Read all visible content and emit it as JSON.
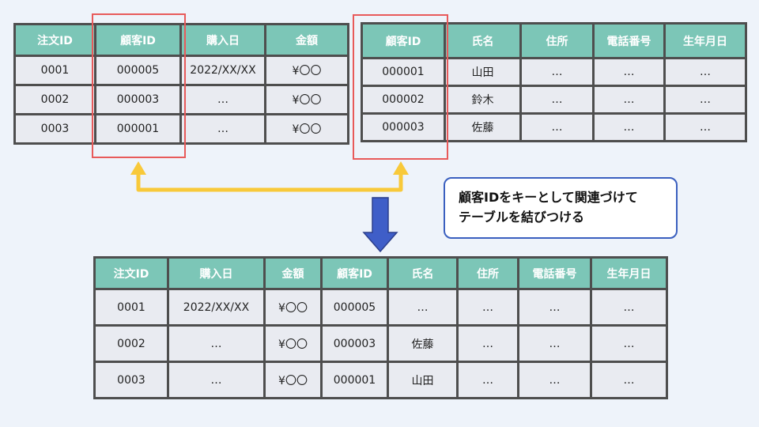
{
  "orders_table": {
    "headers": [
      "注文ID",
      "顧客ID",
      "購入日",
      "金額"
    ],
    "rows": [
      [
        "0001",
        "000005",
        "2022/XX/XX",
        "¥〇〇"
      ],
      [
        "0002",
        "000003",
        "…",
        "¥〇〇"
      ],
      [
        "0003",
        "000001",
        "…",
        "¥〇〇"
      ]
    ]
  },
  "customers_table": {
    "headers": [
      "顧客ID",
      "氏名",
      "住所",
      "電話番号",
      "生年月日"
    ],
    "rows": [
      [
        "000001",
        "山田",
        "…",
        "…",
        "…"
      ],
      [
        "000002",
        "鈴木",
        "…",
        "…",
        "…"
      ],
      [
        "000003",
        "佐藤",
        "…",
        "…",
        "…"
      ]
    ]
  },
  "joined_table": {
    "headers": [
      "注文ID",
      "購入日",
      "金額",
      "顧客ID",
      "氏名",
      "住所",
      "電話番号",
      "生年月日"
    ],
    "rows": [
      [
        "0001",
        "2022/XX/XX",
        "¥〇〇",
        "000005",
        "…",
        "…",
        "…",
        "…"
      ],
      [
        "0002",
        "…",
        "¥〇〇",
        "000003",
        "佐藤",
        "…",
        "…",
        "…"
      ],
      [
        "0003",
        "…",
        "¥〇〇",
        "000001",
        "山田",
        "…",
        "…",
        "…"
      ]
    ]
  },
  "callout": {
    "line1": "顧客IDをキーとして関連づけて",
    "line2": "テーブルを結びつける"
  },
  "colors": {
    "header_bg": "#7cc6b7",
    "cell_bg": "#e9ebf1",
    "key_highlight": "#e85a5a",
    "link_arrow": "#f8c93a",
    "down_arrow": "#3f5ec8",
    "callout_border": "#3a5fbf"
  }
}
